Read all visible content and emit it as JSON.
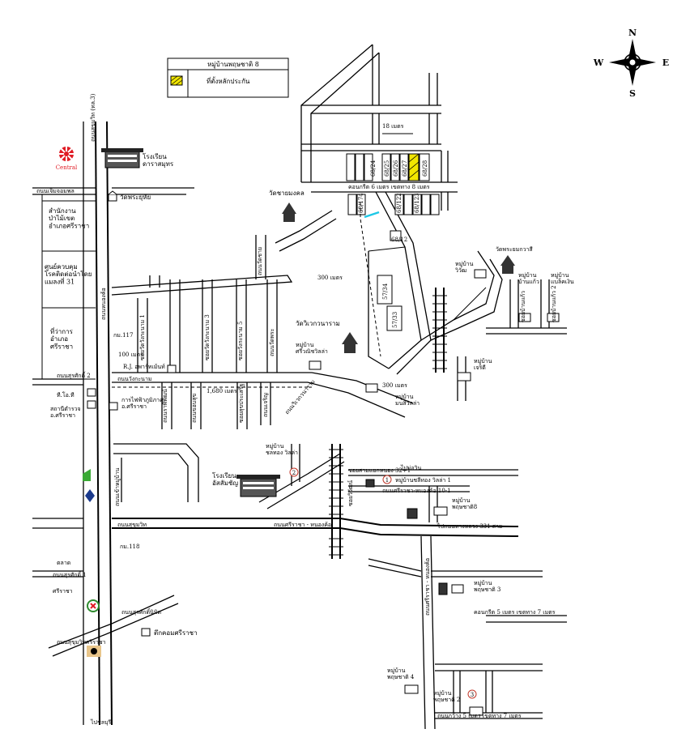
{
  "legend": {
    "title": "หมู่บ้านพฤษชาติ 8",
    "item": "ที่ตั้งหลักประกัน",
    "swatch_color": "#f2e600"
  },
  "compass": {
    "n": "N",
    "s": "S",
    "e": "E",
    "w": "W"
  },
  "labels": {
    "central_logo": "Central",
    "school_darasamut": "โรงเรียน\nดาราสมุทร",
    "wat_pra_yu_ha": "วัดพระยุหัย",
    "road_jerm_jom": "ถนนเจิมจอมพล",
    "district_office": "สำนักงาน\nป่าไม้เขต\nอำเภอศรีราชา",
    "community_center": "ศูนย์ควบคุม\nโรคติดต่อนำโดย\nแมลงที่ 31",
    "district_hall": "ที่ว่าการ\nอำเภอ\nศรีราชา",
    "km117": "กม.117",
    "distance_100m": "100 เมตร",
    "rj_apartment": "R.J. อพาร์ทเม้นท์",
    "road_surasak2": "ถนนสุรศักดิ์ 2",
    "road_wangkanam": "ถนนวังกะนาม",
    "distance_1680m": "1,680 เมตร",
    "post_office": "ที.โอ.ที",
    "police_station": "สถานีตำรวจ\nอ.ศรีราชา",
    "electricity": "การไฟฟ้าภูมิภาค\nอ.ศรีราชา",
    "village_chonthong": "หมู่บ้าน\nชลทอง วิลล่า",
    "school_assumption": "โรงเรียน\nอัสสัมชัญ",
    "road_sukhumvit": "ถนนสุขุมวิท",
    "km118": "กม.118",
    "road_sriracha_nong_kho": "ถนนศรีราชา - หนองค้อ",
    "market": "ตลาด",
    "road_surasak1": "ถนนสุรศักดิ์ 1",
    "sriracha": "ศรีราชา",
    "road_surasak_nimit": "ถนนสุรศักดิ์นิมิต",
    "road_sukhumvit_sriracha": "ถนนสุขุมวิทศรีราชา",
    "to_chonburi": "ไปชลบุรี",
    "sriracha_building": "ตึกคอมศรีราชา",
    "wat_chai_mongkhon": "วัดชายมงคล",
    "road_wat_chai": "ถนนวัดชาย",
    "distance_300m": "300 เมตร",
    "wat_wiwek": "วัดวิเวกวนาราม",
    "village_srivanich": "หมู่บ้าน\nศรีวณิชวิลล่า",
    "distance_300m_b": "300 เมตร",
    "village_monthira": "หมู่บ้าน\nมนสิวิลล่า",
    "wat_thamma": "วัดพระยมกวาสี",
    "village_wiwat": "หมู่บ้าน\nวิวัฒ",
    "village_jerri": "หมู่บ้าน\nเจริดี",
    "village_baan_kaew": "หมู่บ้าน\nบ้านแก้ว",
    "village_banb": "หมู่บ้าน\nแบล็คเงิน",
    "distance_18m": "18 เมตร",
    "road_width_6m": "คอนกรีต 6 เมตร เขตทาง 8 เมตร",
    "road_alley_32": "ซอยสามแยกหนอง 32+1",
    "to_bo_win": "ไปบ่อวิน",
    "village_chalermthong": "หมู่บ้านชลีทอง วิลล่า 1",
    "road_sriracha_nongkho_10": "ถนนศรีราชา-หนองค้อ 10-1",
    "village_pruksa8": "หมู่บ้าน\nพฤษชาติ8",
    "to_highway_331": "ไปถนนทางหลวง 331 สาย",
    "road_sriracha_nongkho_b": "ถนนศรีราชา - หนองค้อ",
    "village_pruksa3": "หมู่บ้าน\nพฤษชาติ 3",
    "concrete_5m": "คอนกรีต 5 เมตร เขตทาง 7 เมตร",
    "village_pruksa4": "หมู่บ้าน\nพฤษชาติ 4",
    "village_pruksa2": "หมู่บ้าน\nพฤษชาติ 2",
    "concrete_5m_b": "ถนนกว้าง 5 เมตร เขตทาง 7 เมตร",
    "road_rapeepat": "ถนนราพีพัฒน์",
    "road_wat_pra": "ถนนวัดพระ",
    "road_sukhumvit_v": "ถนนสุขุมวิท (ทล.3)",
    "road_nongkho": "ถนนหนองค้อ",
    "soi1": "ซอยวัดวังกะนาม 1",
    "soi3": "ซอยวัดวังกะนาม 3",
    "soi5": "ซอยวังกะนาม 5",
    "soi_kobsuk": "ถนนขอบสุข",
    "soi_sukprasert": "ซอยสุขประเสริฐ",
    "road_wiwek": "ถนนวิเวกวนาราม",
    "road_jaroen": "ถนนเจริญ",
    "road_pruksa": "ถนนเข้าหมู่บ้าน",
    "alley_wiwat": "ซอยวิวัฒน์",
    "alley_bk": "ซอยบ้านแก้ว",
    "alley_bk2": "ซอยบ้านแก้ว 2",
    "plot_24": "68/24",
    "plot_25": "68/25",
    "plot_26": "68/26",
    "plot_27": "68/27",
    "plot_28": "68/28",
    "plot_174": "68/174",
    "plot_122": "68/122",
    "plot_123": "68/123",
    "plot_12": "68/12",
    "plot_5734": "57/34",
    "plot_5733": "57/33",
    "marker_1": "1",
    "marker_2": "2",
    "marker_3": "3"
  }
}
